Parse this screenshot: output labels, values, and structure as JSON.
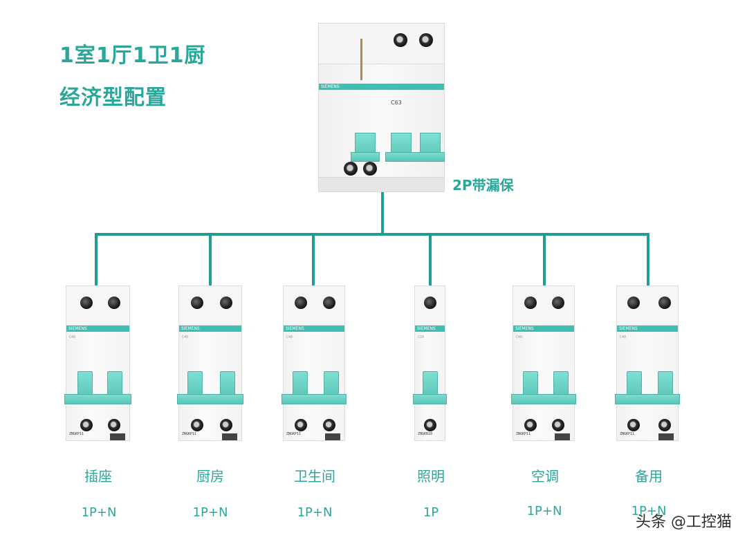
{
  "title": {
    "line1": "1室1厅1卫1厨",
    "line2": "经济型配置"
  },
  "main_breaker": {
    "label": "2P带漏保",
    "brand": "SIEMENS",
    "rating": "C63"
  },
  "branches": [
    {
      "name": "插座",
      "poles": "1P+N",
      "brand": "SIEMENS",
      "rating": "C40",
      "model": "ZNGKP11"
    },
    {
      "name": "厨房",
      "poles": "1P+N",
      "brand": "SIEMENS",
      "rating": "C40",
      "model": "ZNGKP11"
    },
    {
      "name": "卫生间",
      "poles": "1P+N",
      "brand": "SIEMENS",
      "rating": "C40",
      "model": "ZNGKP11"
    },
    {
      "name": "照明",
      "poles": "1P",
      "brand": "SIEMENS",
      "rating": "C20",
      "model": "ZNGKB18"
    },
    {
      "name": "空调",
      "poles": "1P+N",
      "brand": "SIEMENS",
      "rating": "C40",
      "model": "ZNGKP11"
    },
    {
      "name": "备用",
      "poles": "1P+N",
      "brand": "SIEMENS",
      "rating": "C40",
      "model": "ZNGKP11"
    }
  ],
  "watermark": "头条 @工控猫",
  "colors": {
    "accent": "#2aa79a",
    "wire": "#1f9c93",
    "handle": "#6dd3c5"
  }
}
